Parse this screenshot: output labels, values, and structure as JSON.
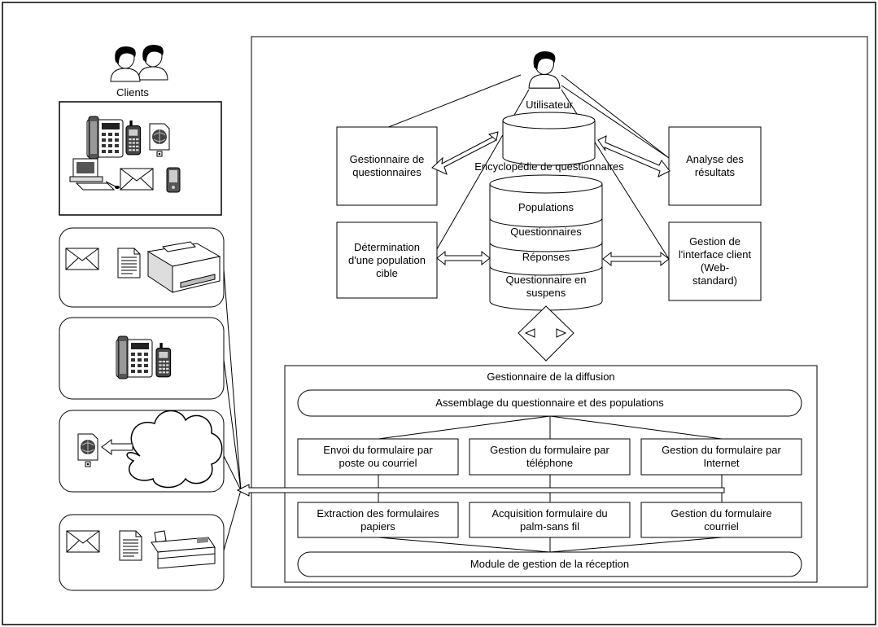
{
  "clients": {
    "label": "Clients"
  },
  "user": {
    "label": "Utilisateur"
  },
  "encyclopedia": {
    "label": "Encyclopédie de questionnaires"
  },
  "database": {
    "sections": [
      "Populations",
      "Questionnaires",
      "Réponses",
      "Questionnaire en suspens"
    ]
  },
  "modules": {
    "questionnaire_manager": "Gestionnaire de questionnaires",
    "results_analysis": "Analyse des résultats",
    "target_population": "Détermination d'une population cible",
    "client_interface": "Gestion de l'interface client (Web-standard)"
  },
  "diffusion": {
    "title": "Gestionnaire de la diffusion",
    "assembly": "Assemblage du questionnaire et des populations",
    "send_modules": [
      "Envoi du formulaire par poste ou courriel",
      "Gestion du formulaire par téléphone",
      "Gestion du formulaire par Internet"
    ],
    "receive_modules": [
      "Extraction des formulaires papiers",
      "Acquisition formulaire du palm-sans fil",
      "Gestion du formulaire courriel"
    ],
    "reception": "Module de gestion de la réception"
  },
  "icons": [
    "people-icon",
    "user-icon",
    "phone-icon",
    "cellphone-icon",
    "web-document-icon",
    "computer-icon",
    "envelope-icon",
    "palm-device-icon",
    "document-icon",
    "printer-icon",
    "cloud-icon",
    "fax-icon"
  ]
}
